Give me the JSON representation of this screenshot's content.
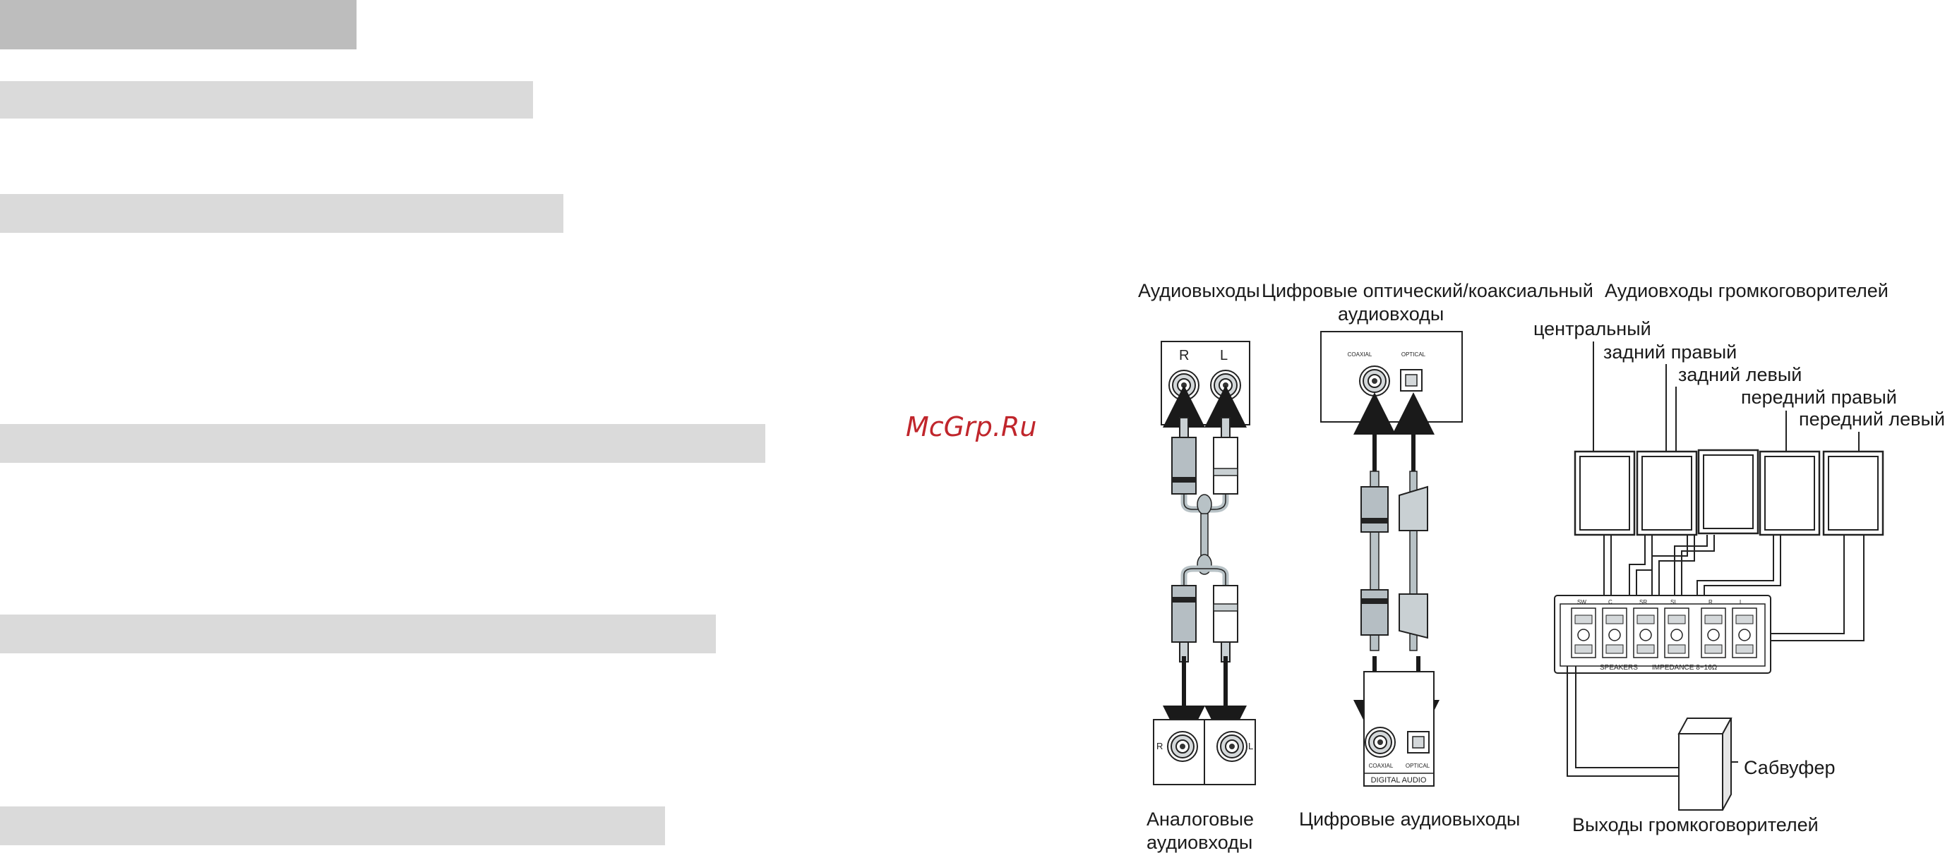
{
  "watermark": "McGrp.Ru",
  "colors": {
    "bar_dark": "#bdbdbd",
    "bar_light": "#dadada",
    "watermark": "#c0262c",
    "cable": "#b8c2c6",
    "arrow": "#1a1a1a"
  },
  "labels": {
    "audio_out": "Аудиовыходы",
    "digital_in_line1": "Цифровые оптический/коаксиальный",
    "digital_in_line2": "аудиовходы",
    "speaker_in": "Аудиовходы громкоговорителей",
    "center": "центральный",
    "rear_right": "задний правый",
    "rear_left": "задний левый",
    "front_right": "передний правый",
    "front_left": "передний левый",
    "analog_in_line1": "Аналоговые",
    "analog_in_line2": "аудиовходы",
    "digital_out": "Цифровые аудиовыходы",
    "subwoofer": "Сабвуфер",
    "speaker_out": "Выходы громкоговорителей"
  },
  "connector_labels": {
    "r": "R",
    "l": "L",
    "coaxial": "COAXIAL",
    "optical": "OPTICAL",
    "digital_audio": "DIGITAL AUDIO",
    "speakers_panel": "SPEAKERS",
    "impedance": "IMPEDANCE 8~16Ω",
    "terminals": [
      "SW",
      "C",
      "SR",
      "SL",
      "R",
      "L"
    ]
  }
}
